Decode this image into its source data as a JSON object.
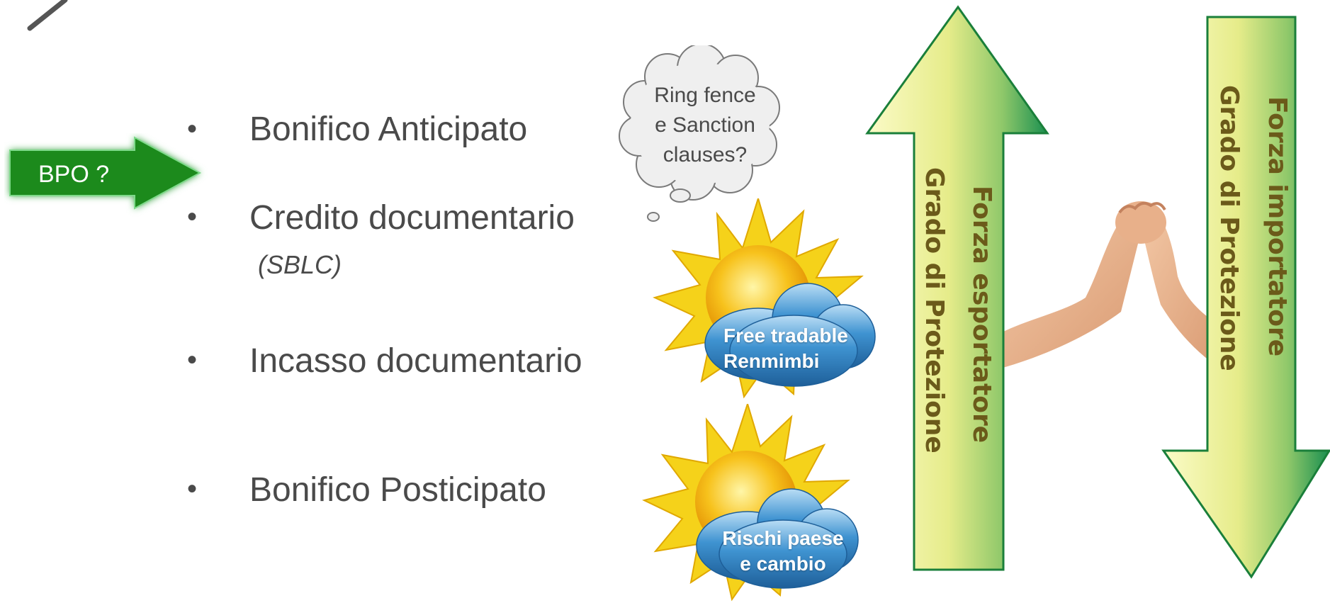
{
  "bpo_label": "BPO ?",
  "bullets": [
    {
      "text": "Bonifico Anticipato"
    },
    {
      "text": "Credito documentario",
      "sub": "(SBLC)"
    },
    {
      "text": "Incasso documentario"
    },
    {
      "text": "Bonifico Posticipato"
    }
  ],
  "thought_bubble": {
    "line1": "Ring fence",
    "line2": "e Sanction",
    "line3": "clauses?"
  },
  "sun_cloud_1": {
    "line1": "Free tradable",
    "line2": "Renmimbi"
  },
  "sun_cloud_2": {
    "line1": "Rischi paese",
    "line2": "e cambio"
  },
  "up_arrow": {
    "label_outer": "Forza esportatore",
    "label_inner": "Grado di Protezione"
  },
  "down_arrow": {
    "label_outer": "Forza importatore",
    "label_inner": "Grado di Protezione"
  },
  "colors": {
    "bpo_green": "#1a8a1a",
    "arrow_light": "#f2f2a0",
    "arrow_dark": "#1a8f50",
    "arrow_text": "#6b5a1a",
    "cloud_blue": "#2a7fc0",
    "sun_yellow": "#f5c518"
  },
  "icons": [
    "pen-icon",
    "arm-wrestling-image"
  ]
}
